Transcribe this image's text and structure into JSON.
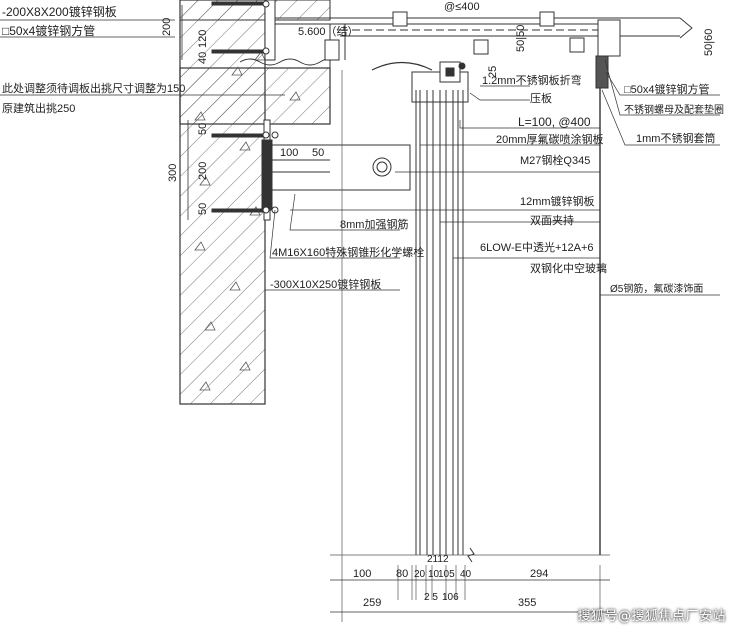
{
  "labels": {
    "l_plate_top": "-200X8X200镀锌钢板",
    "l_tube_left": "□50x4镀锌钢方管",
    "l_adjust_1": "此处调整须待调板出挑尺寸调整为150",
    "l_adjust_2": "原建筑出挑250",
    "l_elev": "5.600（结）",
    "l_spacing": "@≤400",
    "l_ss_fold": "1.2mm不锈钢板折弯",
    "l_press": "压板",
    "l_angle": "L=100, @400",
    "l_fluoro_plate": "20mm厚氟碳喷涂钢板",
    "l_bolt": "M27钢栓Q345",
    "l_galv12": "12mm镀锌钢板",
    "l_clamp": "双面夹持",
    "l_glass": "6LOW-E中透光+12A+6",
    "l_glass2": "双钢化中空玻璃",
    "l_rebar": "8mm加强钢筋",
    "l_anchor": "4M16X160特殊钢锥形化学螺栓",
    "l_plate_bot": "-300X10X250镀锌钢板",
    "l_tube_right": "□50x4镀锌钢方管",
    "l_ss_bolt": "不锈钢螺母及配套垫圈",
    "l_sleeve": "1mm不锈钢套筒",
    "l_rod": "Ø5钢筋，氟碳漆饰面"
  },
  "dims": {
    "d_200": "200",
    "d_120": "120",
    "d_40a": "40",
    "d_50a": "50",
    "d_200b": "200",
    "d_50b": "50",
    "d_300": "300",
    "d_100": "100",
    "d_50h": "50",
    "d_5050": "50|50",
    "d_25": "25",
    "d_5060": "50|60",
    "d_2112": "2112",
    "b_100": "100",
    "b_80": "80",
    "b_20": "20",
    "b_10": "10",
    "b_105": "105",
    "b_40": "40",
    "b_294": "294",
    "b_259": "259",
    "b_25": "2 5",
    "b_106": "106",
    "b_355": "355"
  },
  "watermark": "搜狐号@搜狐焦点厂安站"
}
